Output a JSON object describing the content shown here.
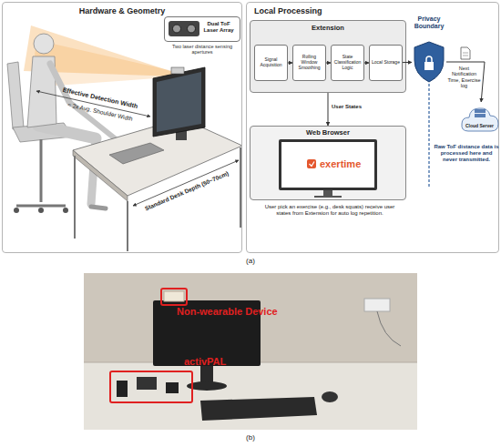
{
  "diagram": {
    "nodes": [
      {
        "text": [
          "Hardware & Geometry"
        ]
      },
      {
        "text": [
          "Dual ToF Laser Array",
          "Two laser distance sensing apertures"
        ],
        "in": 0
      },
      {
        "text": [
          "Local Processing"
        ]
      },
      {
        "text": [
          "Extension"
        ],
        "in": 2
      },
      {
        "text": [
          "Signal Acquisition"
        ],
        "in": 3
      },
      {
        "text": [
          "Rolling Window Smoothing"
        ],
        "in": 3
      },
      {
        "text": [
          "State Classification Logic"
        ],
        "in": 3
      },
      {
        "text": [
          "Local Storage"
        ],
        "in": 3
      },
      {
        "text": [
          "Web Browser"
        ],
        "in": 2
      },
      {
        "text": [
          "exertime"
        ],
        "in": 8
      },
      {
        "text": [
          "Privacy Boundary"
        ],
        "in": 2
      },
      {
        "text": [
          "Cloud Server"
        ],
        "in": 2
      },
      {
        "text": [
          "Non-wearable Device"
        ]
      },
      {
        "text": [
          "activPAL"
        ]
      }
    ],
    "edges": [
      {
        "from": 4,
        "to": 5,
        "arrow": "to"
      },
      {
        "from": 5,
        "to": 6,
        "arrow": "to"
      },
      {
        "from": 6,
        "to": 7,
        "arrow": "to"
      },
      {
        "from": 3,
        "to": 8,
        "label": "User States",
        "arrow": "to"
      },
      {
        "from": 7,
        "to": 10,
        "arrow": "to"
      },
      {
        "from": 10,
        "to": 11,
        "label": "Next Notification Time, Exercise log",
        "arrow": "to"
      }
    ],
    "labels": [
      "Effective Detection Width",
      "≈ 2x Avg. Shoulder Width",
      "Standard Desk Depth (50~70cm)",
      "Raw ToF distance data is processed here and never transmitted.",
      "User pick an exercise (e.g., desk squats) receive user states from Extension for auto log repetition.",
      "(a)",
      "(b)"
    ]
  }
}
